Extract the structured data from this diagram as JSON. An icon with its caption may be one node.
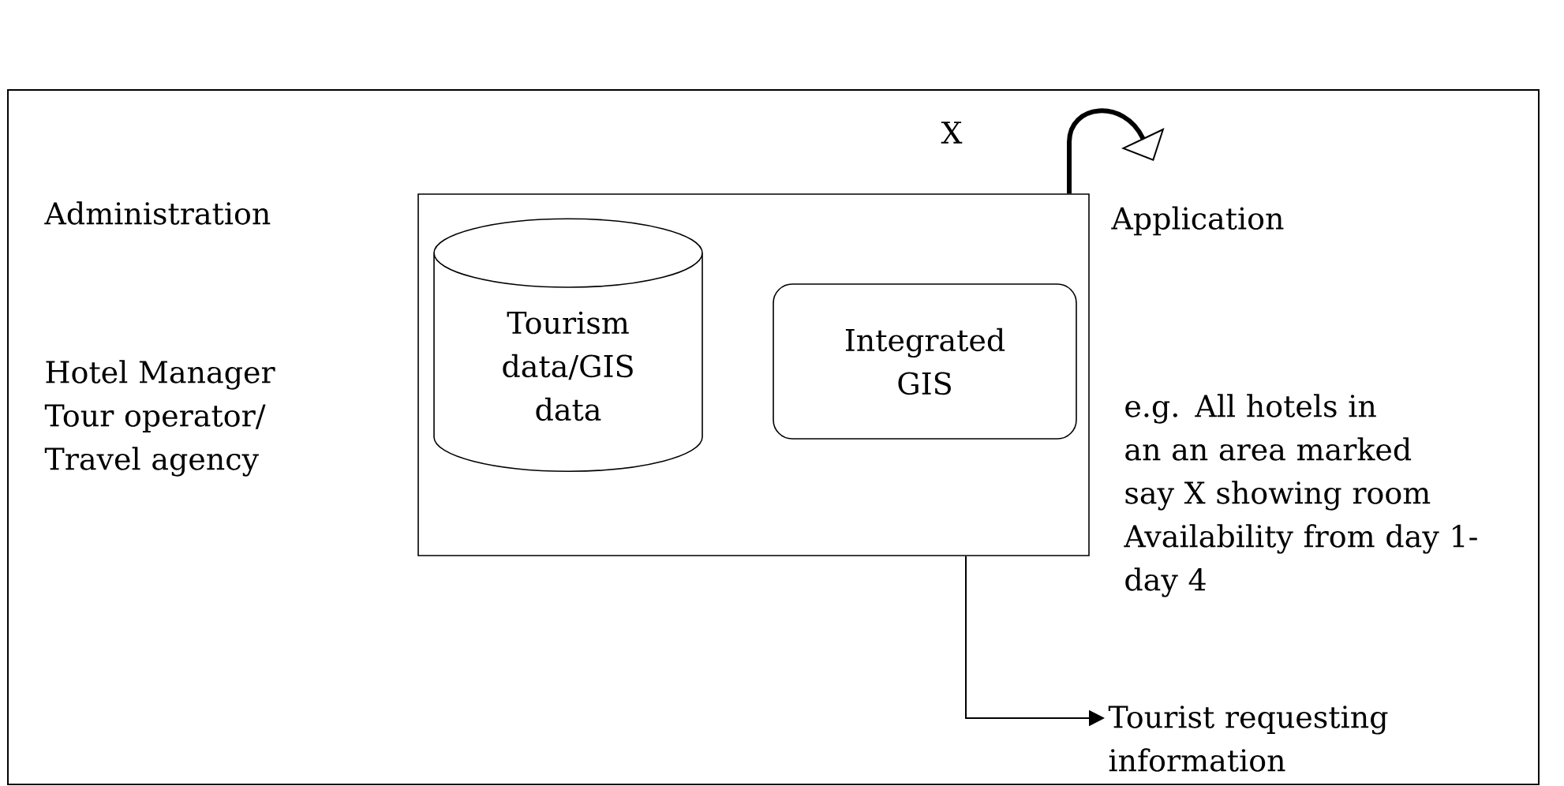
{
  "diagram": {
    "nodes": [
      {
        "text": [],
        "shape": "box"
      },
      {
        "text": [
          "Tourism data/GIS data"
        ],
        "in": 0
      },
      {
        "text": [
          "Integrated GIS"
        ],
        "in": 0
      },
      {
        "text": [
          "Tourist requesting information"
        ]
      }
    ],
    "edges": [
      {
        "from": 0,
        "to": null,
        "arrow": "to",
        "label": "X",
        "style": "thick"
      },
      {
        "from": 0,
        "to": 3,
        "arrow": "to"
      }
    ],
    "labels": [
      "Administration",
      "Application",
      "Hotel Manager Tour operator/ Travel agency",
      "e.g. All hotels in an an area marked say X showing room Availability from day 1-day 4"
    ]
  }
}
